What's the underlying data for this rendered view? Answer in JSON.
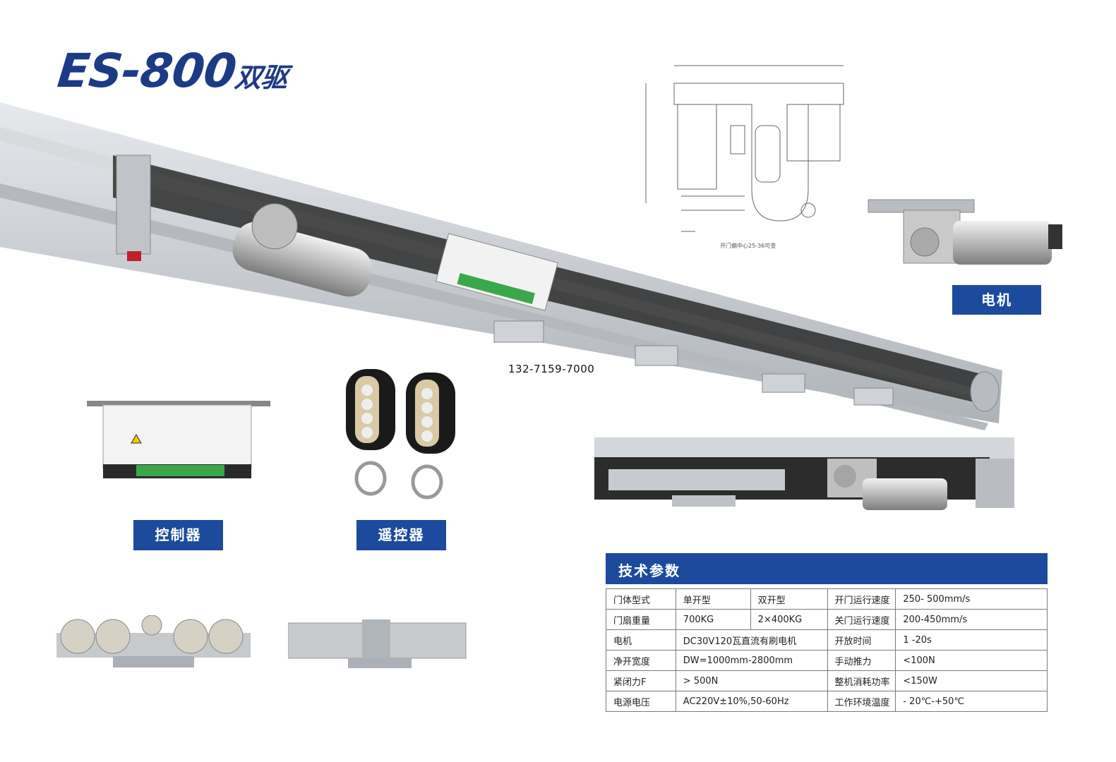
{
  "title": {
    "main": "ES-800",
    "suffix": "双驱"
  },
  "phone": "132-7159-7000",
  "labels": {
    "motor": "电机",
    "controller": "控制器",
    "remote": "遥控器"
  },
  "drawing_note": "开门偏中心25-36可变",
  "specs": {
    "header": "技术参数",
    "rows": [
      [
        "门体型式",
        "单开型",
        "双开型",
        "开门运行速度",
        "250- 500mm/s"
      ],
      [
        "门扇重量",
        "700KG",
        "2×400KG",
        "关门运行速度",
        "200-450mm/s"
      ],
      [
        "电机",
        "DC30V120瓦直流有刷电机",
        "",
        "开放时间",
        "1 -20s"
      ],
      [
        "净开宽度",
        "DW=1000mm-2800mm",
        "",
        "手动推力",
        "<100N"
      ],
      [
        "紧闭力F",
        "> 500N",
        "",
        "整机消耗功率",
        "<150W"
      ],
      [
        "电源电压",
        "AC220V±10%,50-60Hz",
        "",
        "工作环境温度",
        "- 20℃-+50℃"
      ]
    ]
  },
  "colors": {
    "brand": "#1c4a9c",
    "title": "#1c3a86"
  }
}
